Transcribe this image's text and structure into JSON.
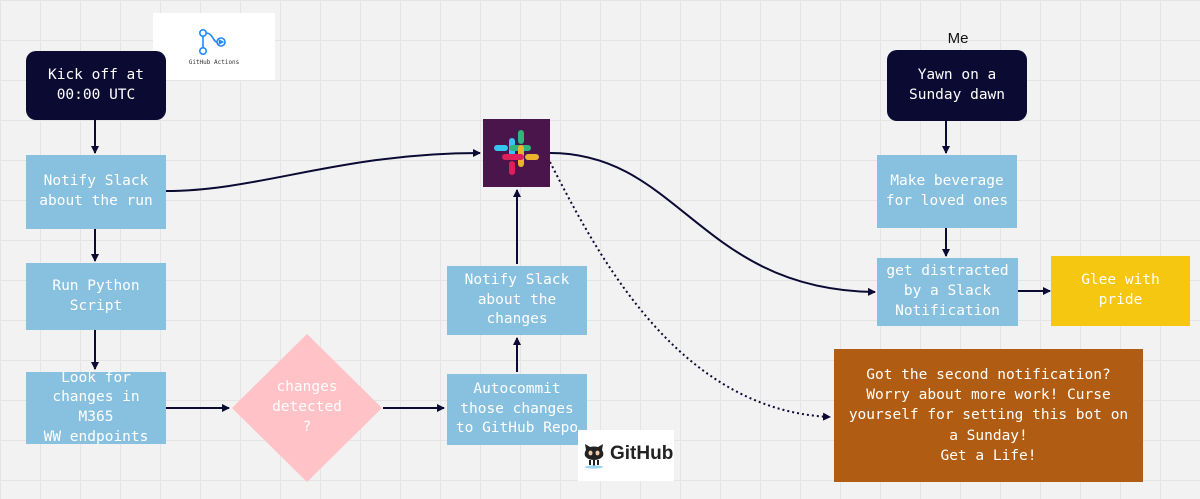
{
  "nodes": {
    "kickoff": "Kick off at\n00:00 UTC",
    "notify_run": "Notify Slack\nabout the run",
    "run_python": "Run Python\nScript",
    "look_changes": "Look for\nchanges in M365\nWW endpoints",
    "changes_detected": "changes\ndetected\n?",
    "autocommit": "Autocommit\nthose changes\nto GitHub Repo",
    "notify_changes": "Notify Slack\nabout the\nchanges",
    "me_label": "Me",
    "yawn": "Yawn on a\nSunday dawn",
    "beverage": "Make beverage\nfor loved ones",
    "distracted": "get distracted\nby a Slack\nNotification",
    "glee": "Glee with pride",
    "second_notification": "Got the second notification?\nWorry about more work! Curse\nyourself for setting this bot on\na Sunday!\nGet a Life!"
  },
  "logos": {
    "github_actions_caption": "GitHub Actions",
    "github_wordmark": "GitHub"
  },
  "colors": {
    "dark": "#0a0a33",
    "blue": "#88c0df",
    "pink": "#ffc2c6",
    "yellow": "#f6c711",
    "brown": "#b05c12",
    "slack_bg": "#4a154b",
    "line": "#0a0a33"
  }
}
